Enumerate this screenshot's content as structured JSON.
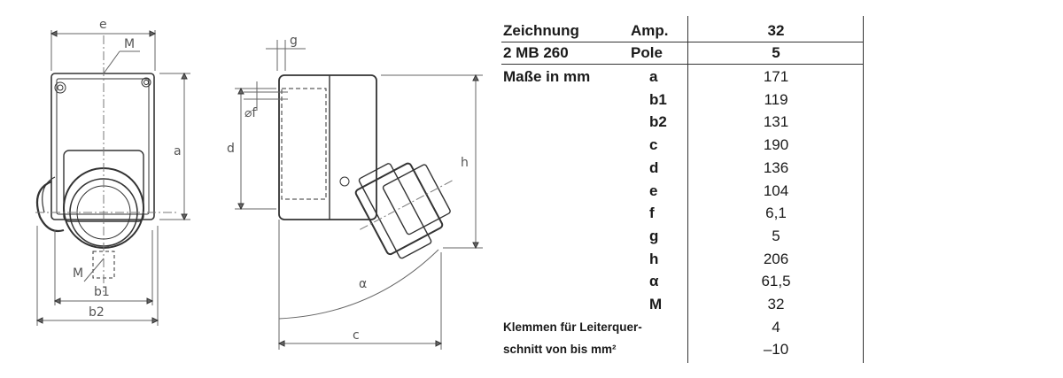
{
  "drawing": {
    "front": {
      "e": "e",
      "M_top": "M",
      "a": "a",
      "M_bottom": "M",
      "b1": "b1",
      "b2": "b2"
    },
    "side": {
      "g": "g",
      "f": "⌀f",
      "d": "d",
      "h": "h",
      "alpha": "α",
      "c": "c"
    }
  },
  "table": {
    "header": {
      "col1_row1": "Zeichnung",
      "col1_row2": "2 MB 260",
      "col2_row1": "Amp.",
      "col2_row2": "Pole",
      "val_row1": "32",
      "val_row2": "5"
    },
    "dimensions_label": "Maße in mm",
    "rows": [
      {
        "key": "a",
        "value": "171"
      },
      {
        "key": "b1",
        "value": "119"
      },
      {
        "key": "b2",
        "value": "131"
      },
      {
        "key": "c",
        "value": "190"
      },
      {
        "key": "d",
        "value": "136"
      },
      {
        "key": "e",
        "value": "104"
      },
      {
        "key": "f",
        "value": "6,1"
      },
      {
        "key": "g",
        "value": "5"
      },
      {
        "key": "h",
        "value": "206"
      },
      {
        "key": "α",
        "value": "61,5"
      },
      {
        "key": "M",
        "value": "32"
      }
    ],
    "footer": {
      "label_line1": "Klemmen für Leiterquer-",
      "label_line2": "schnitt von bis mm²",
      "value_line1": "4",
      "value_line2": "–10"
    }
  }
}
